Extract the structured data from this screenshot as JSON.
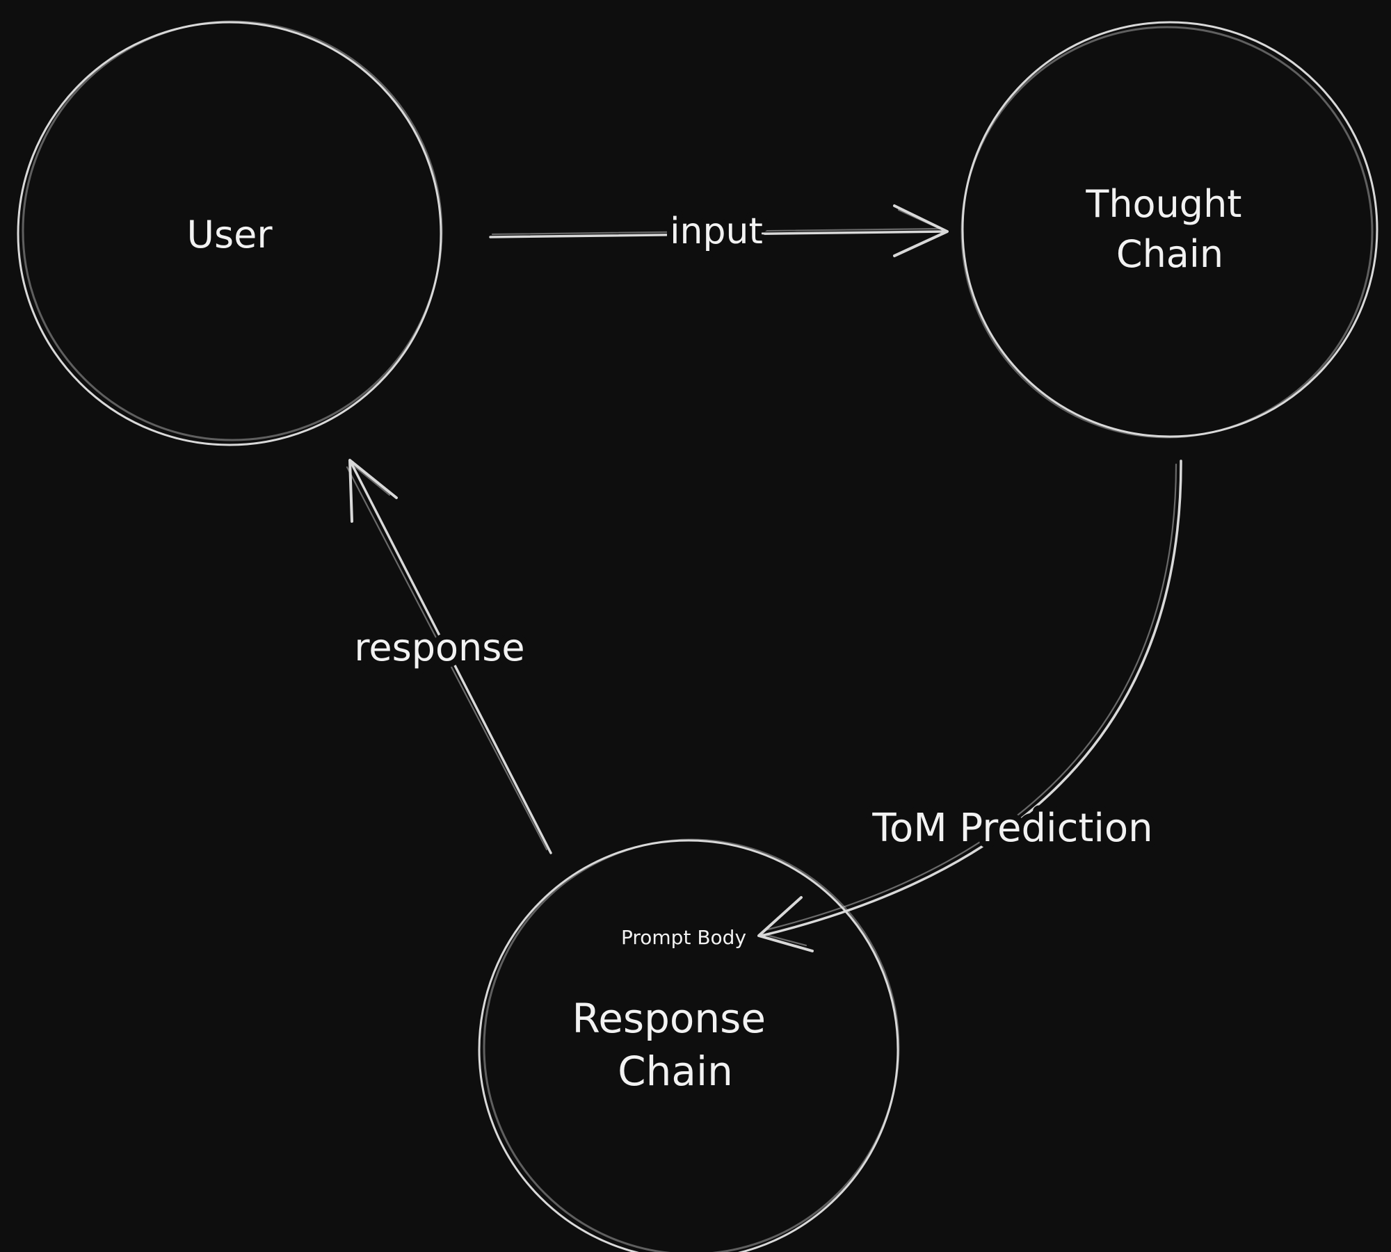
{
  "canvas": {
    "background_color": "#0e0e0e",
    "stroke_color": "#d9d9d9",
    "text_color": "#f2f2f2",
    "style": "hand-drawn whiteboard diagram on dark background"
  },
  "nodes": {
    "user": {
      "label": "User"
    },
    "thought_chain": {
      "line1": "Thought",
      "line2": "Chain"
    },
    "response_chain": {
      "line1": "Response",
      "line2": "Chain",
      "inner_label": "Prompt Body"
    }
  },
  "edges": {
    "input": {
      "label": "input",
      "from": "User",
      "to": "Thought Chain"
    },
    "tom_prediction": {
      "label": "ToM Prediction",
      "from": "Thought Chain",
      "to": "Response Chain"
    },
    "response": {
      "label": "response",
      "from": "Response Chain",
      "to": "User"
    }
  }
}
